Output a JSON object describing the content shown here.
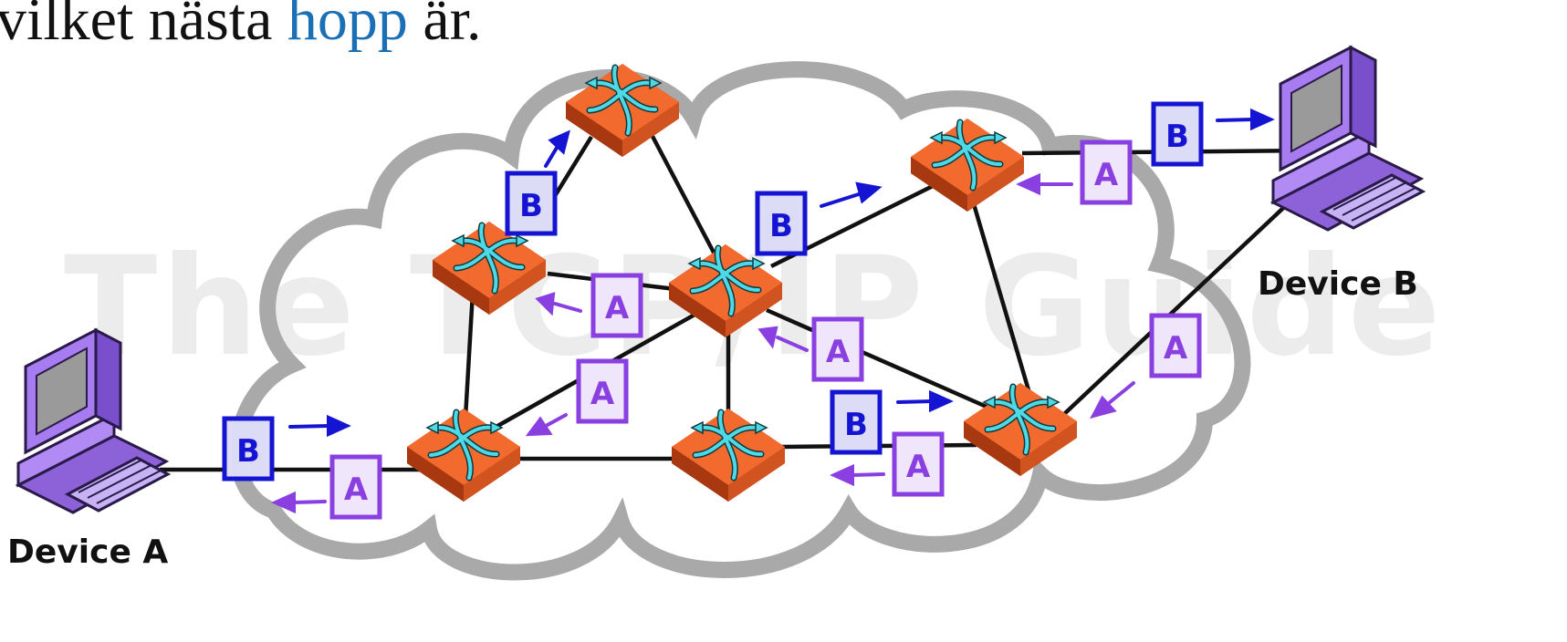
{
  "caption": {
    "prefix": "vilket nästa ",
    "link": "hopp",
    "suffix": " är."
  },
  "watermark": "The TCP/IP Guide",
  "devices": {
    "a": "Device A",
    "b": "Device B"
  },
  "packets": {
    "a": "A",
    "b": "B"
  },
  "colors": {
    "link": "#1a6fb5",
    "router": "#f26a2e",
    "router_arrows": "#4fd8e6",
    "packet_a": "#8a3fe0",
    "packet_b": "#1414d2",
    "cloud_outline": "#a9a9a9",
    "computer": "#a77cf0"
  }
}
